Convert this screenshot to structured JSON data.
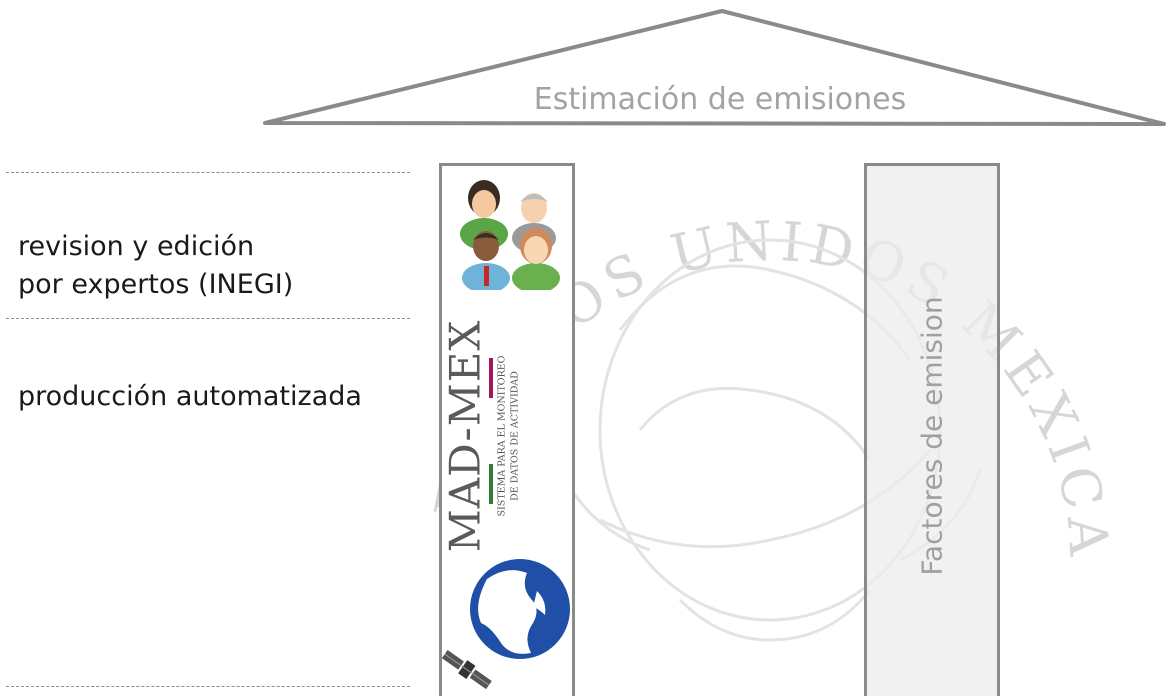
{
  "roof": {
    "title": "Estimación de emisiones"
  },
  "left_labels": {
    "review_line1": "revision y edición",
    "review_line2": "por expertos (INEGI)",
    "automated": "producción automatizada"
  },
  "pillar_left": {
    "icon": "expert-group-icon",
    "logo": {
      "name": "MAD-MEX",
      "subtitle_line1": "SISTEMA PARA EL MONITOREO",
      "subtitle_line2": "DE DATOS DE ACTIVIDAD",
      "accent_colors": [
        "#a0165d",
        "#2e7d32"
      ]
    },
    "satellite_icon": "earth-satellite-icon"
  },
  "pillar_right": {
    "label": "Factores de emision"
  },
  "watermark": {
    "text": "ESTADOS UNIDOS MEXICANOS"
  },
  "colors": {
    "pillar_border": "#8a8a8a",
    "roof": "#8a8a8a",
    "label_gray": "#a3a3a3",
    "globe_blue": "#1f4fa6"
  }
}
